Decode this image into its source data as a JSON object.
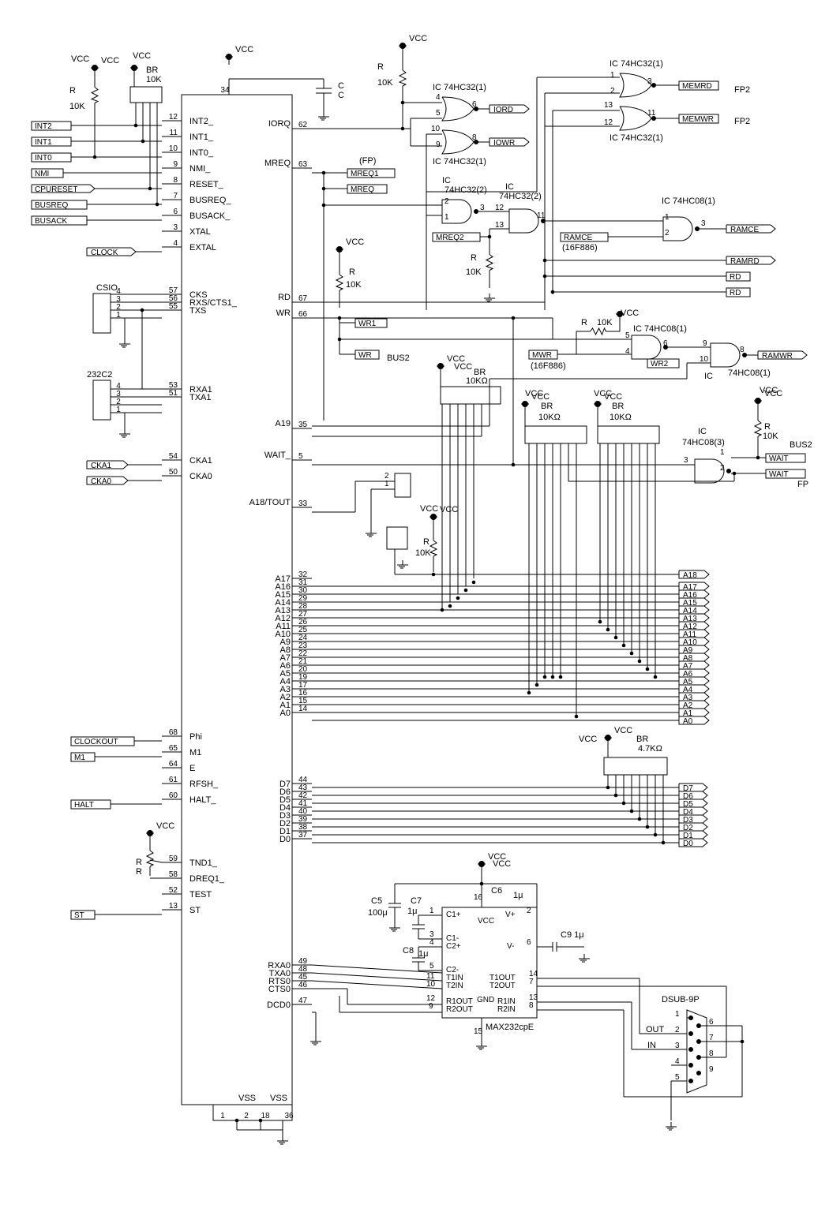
{
  "cpu": {
    "left_pins": [
      {
        "num": "12",
        "name": "INT2_"
      },
      {
        "num": "11",
        "name": "INT1_"
      },
      {
        "num": "10",
        "name": "INT0_"
      },
      {
        "num": "9",
        "name": "NMI_"
      },
      {
        "num": "8",
        "name": "RESET_"
      },
      {
        "num": "7",
        "name": "BUSREQ_"
      },
      {
        "num": "6",
        "name": "BUSACK_"
      },
      {
        "num": "3",
        "name": "XTAL"
      },
      {
        "num": "4",
        "name": "EXTAL"
      },
      {
        "num": "57",
        "name": "CKS"
      },
      {
        "num": "56",
        "name": "RXS/CTS1_"
      },
      {
        "num": "55",
        "name": "TXS"
      },
      {
        "num": "53",
        "name": "RXA1"
      },
      {
        "num": "51",
        "name": "TXA1"
      },
      {
        "num": "54",
        "name": "CKA1"
      },
      {
        "num": "50",
        "name": "CKA0"
      },
      {
        "num": "68",
        "name": "Phi"
      },
      {
        "num": "65",
        "name": "M1"
      },
      {
        "num": "64",
        "name": "E"
      },
      {
        "num": "61",
        "name": "RFSH_"
      },
      {
        "num": "60",
        "name": "HALT_"
      },
      {
        "num": "59",
        "name": "TND1_"
      },
      {
        "num": "58",
        "name": "DREQ1_"
      },
      {
        "num": "52",
        "name": "TEST"
      },
      {
        "num": "13",
        "name": "ST"
      }
    ],
    "right_pins": [
      {
        "num": "62",
        "name": "IORQ"
      },
      {
        "num": "63",
        "name": "MREQ"
      },
      {
        "num": "67",
        "name": "RD"
      },
      {
        "num": "66",
        "name": "WR"
      },
      {
        "num": "35",
        "name": "A19"
      },
      {
        "num": "5",
        "name": "WAIT_"
      },
      {
        "num": "33",
        "name": "A18/TOUT"
      },
      {
        "num": "32",
        "name": "A17"
      },
      {
        "num": "31",
        "name": "A16"
      },
      {
        "num": "30",
        "name": "A15"
      },
      {
        "num": "29",
        "name": "A14"
      },
      {
        "num": "28",
        "name": "A13"
      },
      {
        "num": "27",
        "name": "A12"
      },
      {
        "num": "26",
        "name": "A11"
      },
      {
        "num": "25",
        "name": "A10"
      },
      {
        "num": "24",
        "name": "A9"
      },
      {
        "num": "23",
        "name": "A8"
      },
      {
        "num": "22",
        "name": "A7"
      },
      {
        "num": "21",
        "name": "A6"
      },
      {
        "num": "20",
        "name": "A5"
      },
      {
        "num": "19",
        "name": "A4"
      },
      {
        "num": "17",
        "name": "A3"
      },
      {
        "num": "16",
        "name": "A2"
      },
      {
        "num": "15",
        "name": "A1"
      },
      {
        "num": "14",
        "name": "A0"
      },
      {
        "num": "44",
        "name": "D7"
      },
      {
        "num": "43",
        "name": "D6"
      },
      {
        "num": "42",
        "name": "D5"
      },
      {
        "num": "41",
        "name": "D4"
      },
      {
        "num": "40",
        "name": "D3"
      },
      {
        "num": "39",
        "name": "D2"
      },
      {
        "num": "38",
        "name": "D1"
      },
      {
        "num": "37",
        "name": "D0"
      },
      {
        "num": "49",
        "name": "RXA0"
      },
      {
        "num": "48",
        "name": "TXA0"
      },
      {
        "num": "45",
        "name": "RTS0"
      },
      {
        "num": "46",
        "name": "CTS0"
      },
      {
        "num": "47",
        "name": "DCD0"
      }
    ],
    "vcc_pin": "34",
    "vss_pins": [
      "1",
      "2",
      "18",
      "36"
    ],
    "vss_label": "VSS"
  },
  "left_signals": [
    "INT2",
    "INT1",
    "INT0",
    "NMI",
    "CPURESET",
    "BUSREQ",
    "BUSACK",
    "CLOCK",
    "CKA1",
    "CKA0",
    "CLOCKOUT",
    "M1",
    "HALT",
    "ST"
  ],
  "connectors": {
    "csio": "CSIO",
    "rs232c2": "232C2",
    "dsub": "DSUB-9P",
    "dsub_out": "OUT",
    "dsub_in": "IN"
  },
  "gates": {
    "or_a": "IC    74HC32(1)",
    "or_b": "IC    74HC32(1)",
    "or_c": "IC    74HC32(1)",
    "or_d": "IC    74HC32(1)",
    "nand_a": "IC",
    "nand_a2": "74HC32(2)",
    "nand_b": "IC",
    "nand_b2": "74HC32(2)",
    "and_a": "IC    74HC08(1)",
    "and_b": "IC    74HC08(1)",
    "and_c": "IC",
    "and_c2": "74HC08(1)",
    "wait_gate": "IC",
    "wait_gate2": "74HC08(3)"
  },
  "nets": {
    "iord": "IORD",
    "iowr": "IOWR",
    "memrd": "MEMRD",
    "memwr": "MEMWR",
    "fp2": "FP2",
    "mreq1": "MREQ1",
    "mreq": "MREQ",
    "fp": "(FP)",
    "mreq2": "MREQ2",
    "ramce": "RAMCE",
    "ramce_src": "RAMCE",
    "f16f886": "(16F886)",
    "ramrd": "RAMRD",
    "rd": "RD",
    "wr1": "WR1",
    "wr": "WR",
    "bus2": "BUS2",
    "mwr": "MWR",
    "wr2": "WR2",
    "ramwr": "RAMWR",
    "wait": "WAIT",
    "fp_label": "FP"
  },
  "passives": {
    "vcc": "VCC",
    "r": "R",
    "r10k": "10K",
    "br": "BR",
    "br_10k": "10K",
    "br_10kohm": "10KΩ",
    "br_47k": "4.7KΩ",
    "c": "C",
    "c5": "C5",
    "c5v": "100μ",
    "c6": "C6",
    "c6v": "1μ",
    "c7": "C7",
    "c7v": "1μ",
    "c8": "C8",
    "c8v": "1μ",
    "c9": "C9 1μ"
  },
  "bus_labels": {
    "addr": [
      "A18",
      "A17",
      "A16",
      "A15",
      "A14",
      "A13",
      "A12",
      "A11",
      "A10",
      "A9",
      "A8",
      "A7",
      "A6",
      "A5",
      "A4",
      "A3",
      "A2",
      "A1",
      "A0"
    ],
    "data": [
      "D7",
      "D6",
      "D5",
      "D4",
      "D3",
      "D2",
      "D1",
      "D0"
    ]
  },
  "max232": {
    "name": "MAX232cpE",
    "pins": [
      "C1+",
      "C1-",
      "C2+",
      "C2-",
      "T1IN",
      "T2IN",
      "R1OUT",
      "R2OUT",
      "VCC",
      "GND",
      "V+",
      "V-",
      "T1OUT",
      "T2OUT",
      "R1IN",
      "R2IN"
    ]
  }
}
